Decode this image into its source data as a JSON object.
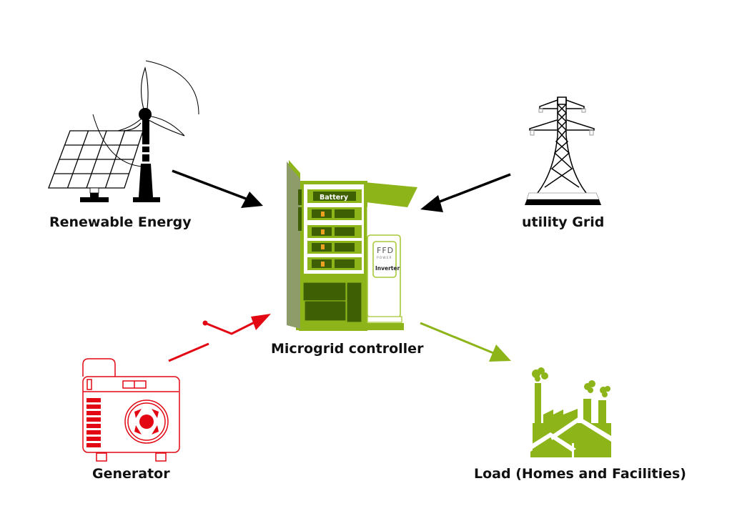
{
  "diagram": {
    "title": "Microgrid overview",
    "colors": {
      "black": "#000000",
      "green": "#8db51a",
      "green_dark": "#3f5f05",
      "green_light": "#a7c93a",
      "green_door": "#8e9c6a",
      "red": "#e30613",
      "orange": "#f0a020"
    },
    "nodes": [
      {
        "id": "renewable",
        "label": "Renewable Energy",
        "icon": "solar-wind-icon"
      },
      {
        "id": "grid",
        "label": "utility Grid",
        "icon": "transmission-tower-icon"
      },
      {
        "id": "controller",
        "label": "Microgrid controller",
        "icon": "microgrid-cabinet-icon"
      },
      {
        "id": "generator",
        "label": "Generator",
        "icon": "generator-icon"
      },
      {
        "id": "load",
        "label": "Load (Homes and Facilities)",
        "icon": "factory-icon"
      }
    ],
    "controller_parts": {
      "battery_label": "Battery",
      "brand_top": "FFD",
      "brand_bottom": "POWER",
      "inverter_label": "Inverter"
    },
    "edges": [
      {
        "from": "renewable",
        "to": "controller",
        "color": "black"
      },
      {
        "from": "grid",
        "to": "controller",
        "color": "black"
      },
      {
        "from": "generator",
        "to": "controller",
        "color": "red",
        "style": "switch"
      },
      {
        "from": "controller",
        "to": "load",
        "color": "green"
      }
    ]
  }
}
